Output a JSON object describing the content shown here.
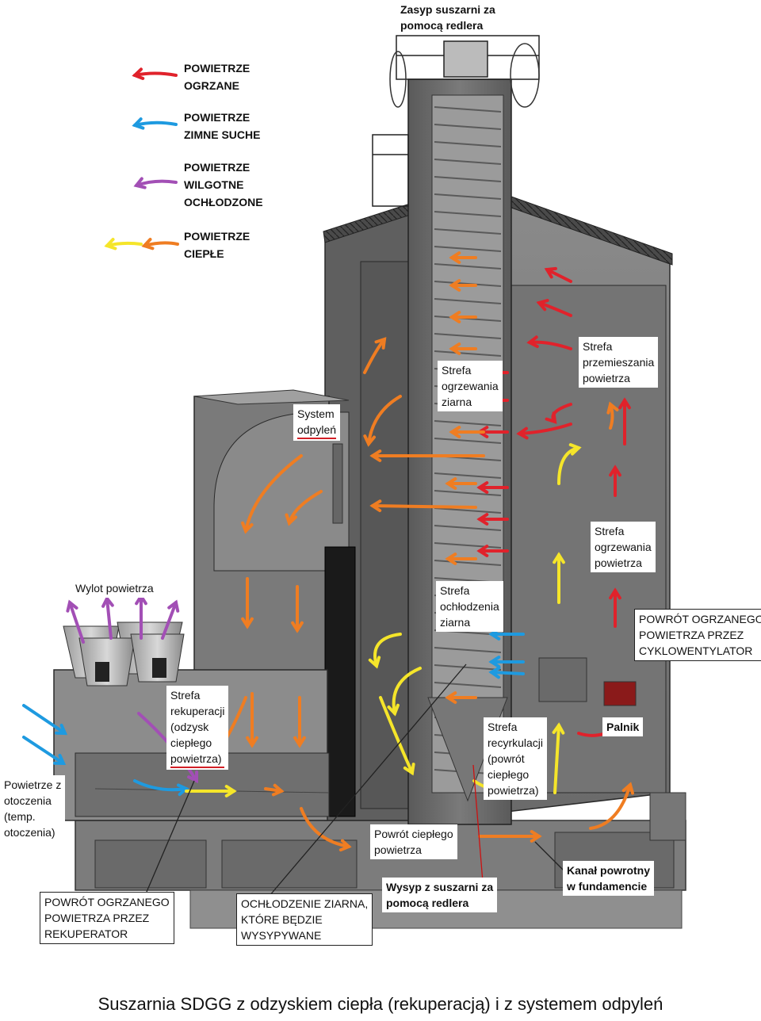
{
  "colors": {
    "hot": "#e0222b",
    "cold": "#1e9ae0",
    "humid": "#a24fb5",
    "warm_yellow": "#f5e52a",
    "warm_orange": "#ef7d22",
    "wall": "#6b6b6b",
    "wall_dark": "#3a3a3a"
  },
  "legend": [
    {
      "lines": [
        "POWIETRZE",
        "OGRZANE"
      ],
      "color_keys": [
        "hot"
      ]
    },
    {
      "lines": [
        "POWIETRZE",
        "ZIMNE SUCHE"
      ],
      "color_keys": [
        "cold"
      ]
    },
    {
      "lines": [
        "POWIETRZE",
        "WILGOTNE",
        "OCHŁODZONE"
      ],
      "color_keys": [
        "humid"
      ]
    },
    {
      "lines": [
        "POWIETRZE",
        "CIEPŁE"
      ],
      "color_keys": [
        "warm_yellow",
        "warm_orange"
      ]
    }
  ],
  "labels": {
    "top": [
      "Zasyp suszarni za",
      "pomocą redlera"
    ],
    "system": [
      "System",
      "odpyleń"
    ],
    "ogrz_ziarna": [
      "Strefa",
      "ogrzewania",
      "ziarna"
    ],
    "przemiesz": [
      "Strefa",
      "przemieszania",
      "powietrza"
    ],
    "ogrz_powietrza": [
      "Strefa",
      "ogrzewania",
      "powietrza"
    ],
    "ochlodzenia": [
      "Strefa",
      "ochłodzenia",
      "ziarna"
    ],
    "wylot": [
      "Wylot powietrza"
    ],
    "cyklo": [
      "POWRÓT OGRZANEGO",
      "POWIETRZA PRZEZ",
      "CYKLOWENTYLATOR"
    ],
    "rekuperacji": [
      "Strefa",
      "rekuperacji",
      "(odzysk",
      "ciepłego",
      "powietrza)"
    ],
    "recyrk": [
      "Strefa",
      "recyrkulacji",
      "(powrót",
      "ciepłego",
      "powietrza)"
    ],
    "palnik": [
      "Palnik"
    ],
    "otoczenie": [
      "Powietrze z",
      "otoczenia",
      "(temp.",
      "otoczenia)"
    ],
    "powrot_cieplego": [
      "Powrót ciepłego",
      "powietrza"
    ],
    "kanal": [
      "Kanał powrotny",
      "w fundamencie"
    ],
    "rekuperator": [
      "POWRÓT OGRZANEGO",
      "POWIETRZA PRZEZ",
      "REKUPERATOR"
    ],
    "ochlodzenie": [
      "OCHŁODZENIE ZIARNA,",
      "KTÓRE BĘDZIE",
      "WYSYPYWANE"
    ],
    "wysyp": [
      "Wysyp z suszarni za",
      "pomocą redlera"
    ]
  },
  "caption": "Suszarnia SDGG z odzyskiem ciepła (rekuperacją) i z systemem odpyleń"
}
